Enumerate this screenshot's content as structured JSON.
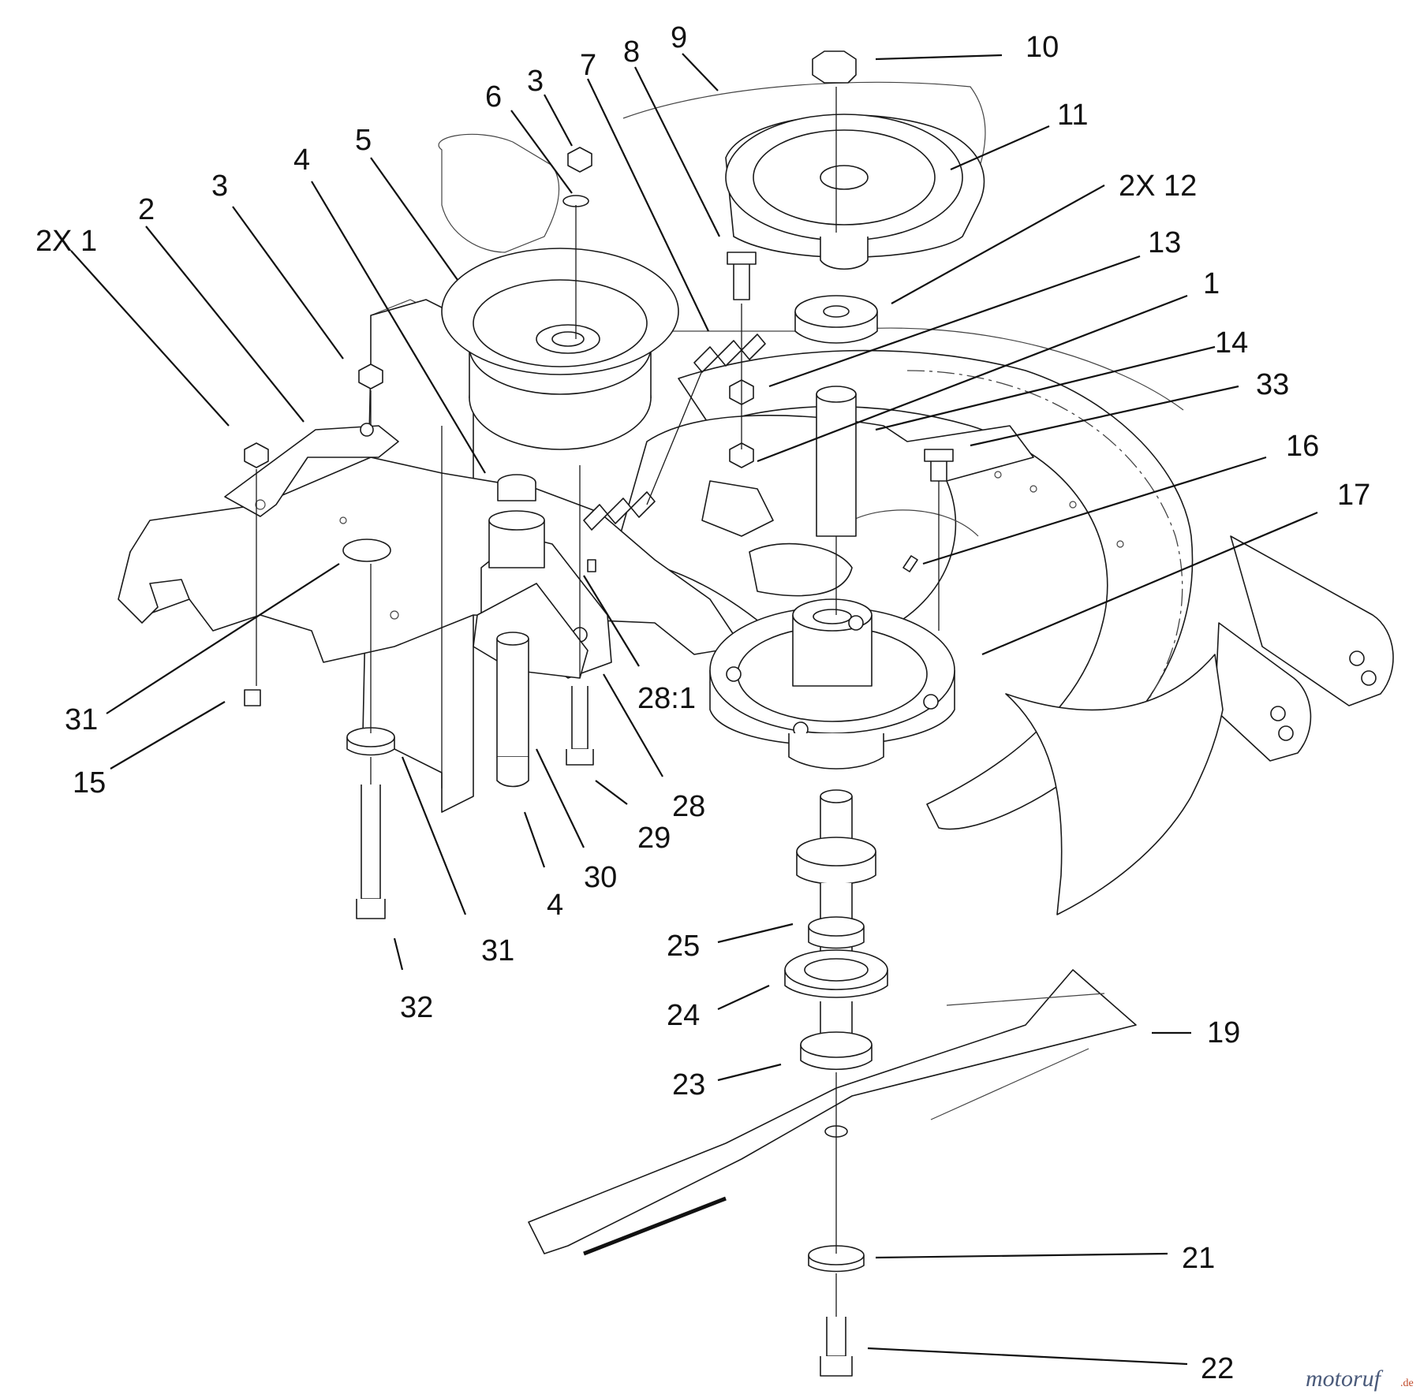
{
  "diagram": {
    "labels": {
      "l_1a": "2X 1",
      "l_2": "2",
      "l_3a": "3",
      "l_4a": "4",
      "l_5": "5",
      "l_6": "6",
      "l_3b": "3",
      "l_7": "7",
      "l_8": "8",
      "l_9": "9",
      "l_10": "10",
      "l_11": "11",
      "l_12": "2X 12",
      "l_13": "13",
      "l_1b": "1",
      "l_14": "14",
      "l_33": "33",
      "l_16": "16",
      "l_17": "17",
      "l_31a": "31",
      "l_15": "15",
      "l_281": "28:1",
      "l_28": "28",
      "l_29": "29",
      "l_30": "30",
      "l_4b": "4",
      "l_31b": "31",
      "l_32": "32",
      "l_25": "25",
      "l_24": "24",
      "l_23": "23",
      "l_19": "19",
      "l_21": "21",
      "l_22": "22"
    },
    "watermark": {
      "brand": "motoruf",
      "suffix": ".de"
    }
  }
}
